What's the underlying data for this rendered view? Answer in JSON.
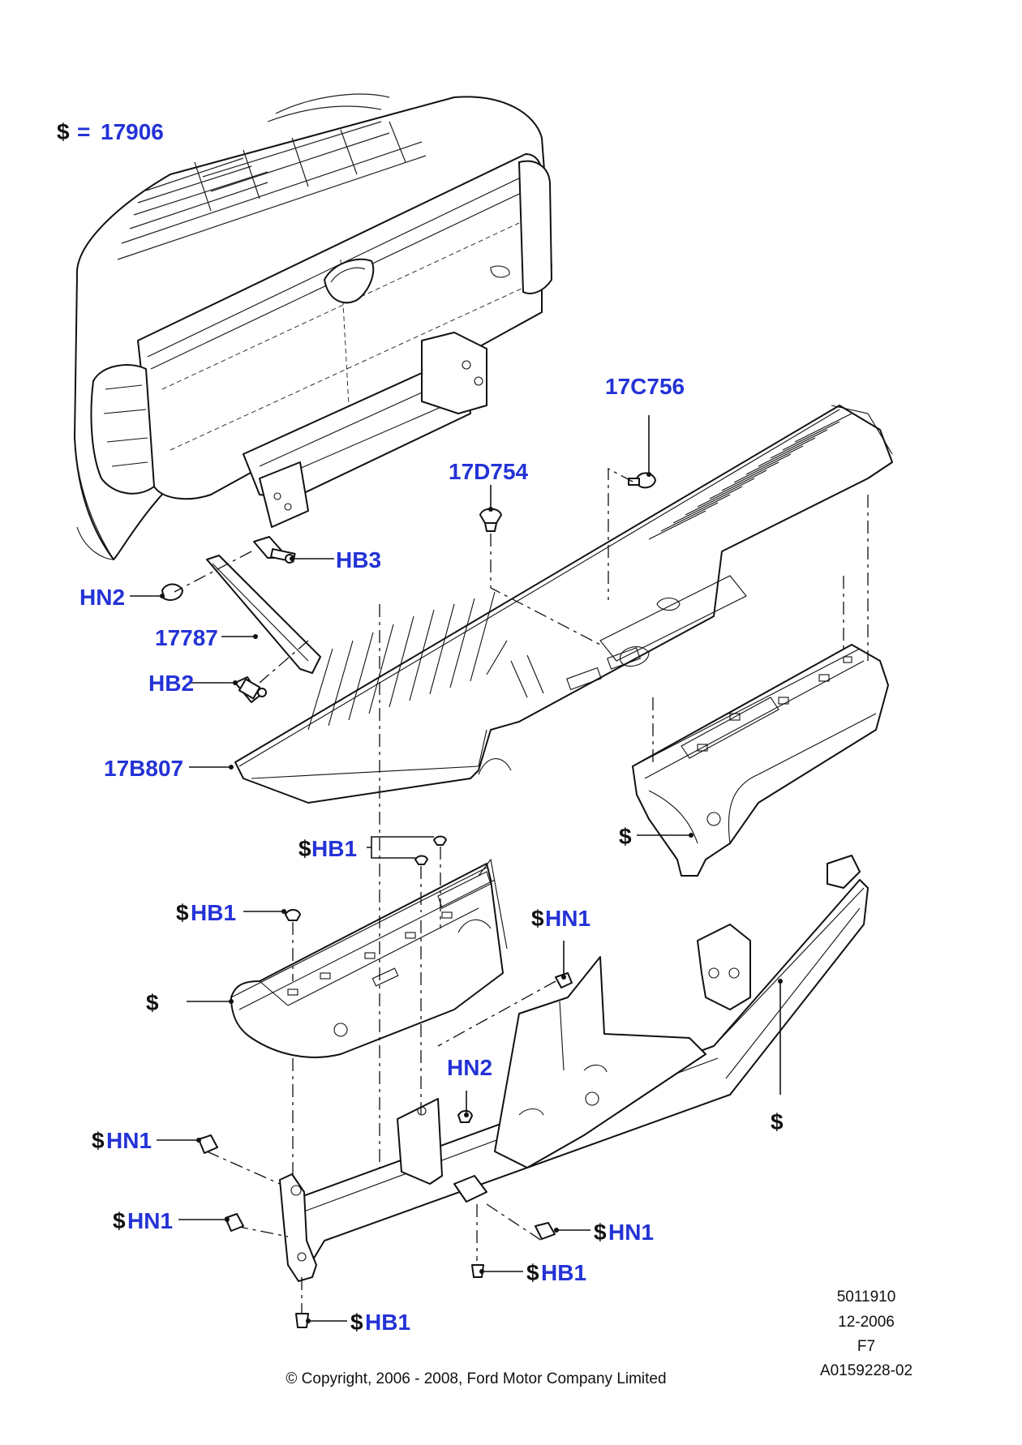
{
  "legend": {
    "symbol": "$",
    "equals": "=",
    "code": "17906"
  },
  "labels": {
    "c17C756": "17C756",
    "c17D754": "17D754",
    "hb3": "HB3",
    "hn2_top": "HN2",
    "c17787": "17787",
    "hb2": "HB2",
    "c17B807": "17B807",
    "hb1_upper": "HB1",
    "hb1_left": "HB1",
    "hn1_top": "HN1",
    "hn2_mid": "HN2",
    "hn1_left_upper": "HN1",
    "hn1_left_lower": "HN1",
    "hn1_right": "HN1",
    "hb1_lower_mid": "HB1",
    "hb1_bottom": "HB1"
  },
  "dollar": "$",
  "footer": {
    "line1": "5011910",
    "line2": "12-2006",
    "line3": "F7",
    "line4": "A0159228-02"
  },
  "copyright": "© Copyright, 2006 - 2008, Ford Motor Company Limited"
}
